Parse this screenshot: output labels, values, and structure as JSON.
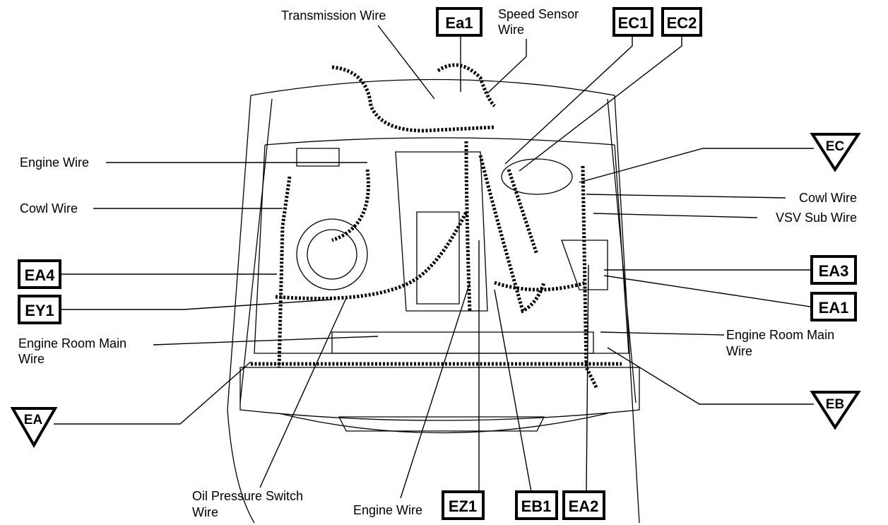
{
  "title": "Engine compartment wiring harness and connector locations",
  "labels": {
    "transmission_wire": "Transmission Wire",
    "speed_sensor_1": "Speed Sensor",
    "speed_sensor_2": "Wire",
    "engine_wire_left": "Engine Wire",
    "cowl_wire_left": "Cowl Wire",
    "engine_room_main_left_1": "Engine Room Main",
    "engine_room_main_left_2": "Wire",
    "oil_pressure_1": "Oil Pressure Switch",
    "oil_pressure_2": "Wire",
    "engine_wire_bottom": "Engine Wire",
    "cowl_wire_right": "Cowl Wire",
    "vsv_sub_wire": "VSV Sub Wire",
    "engine_room_main_right_1": "Engine Room Main",
    "engine_room_main_right_2": "Wire"
  },
  "connectors": {
    "ea1_lower": "Ea1",
    "ec1": "EC1",
    "ec2": "EC2",
    "ea4": "EA4",
    "ey1": "EY1",
    "ea3": "EA3",
    "ea1": "EA1",
    "ez1": "EZ1",
    "eb1": "EB1",
    "ea2": "EA2"
  },
  "ground_points": {
    "ec": "EC",
    "ea": "EA",
    "eb": "EB"
  }
}
